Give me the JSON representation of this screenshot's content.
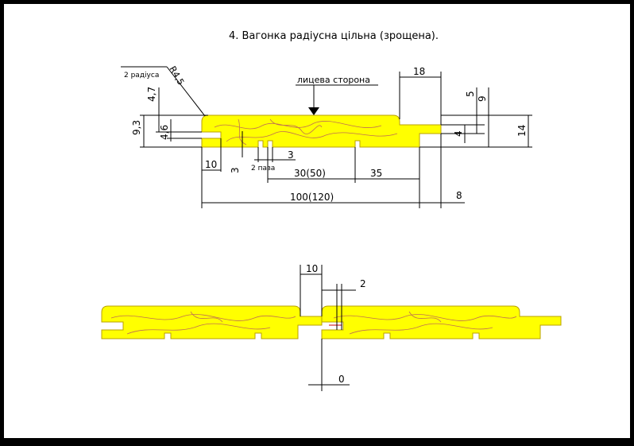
{
  "title": "4. Вагонка радіусна цільна (зрощена).",
  "colors": {
    "border": "#000000",
    "background": "#ffffff",
    "wood": "#ffff00",
    "grain": "#c07050"
  },
  "labels": {
    "radius_note": "2 радіуса",
    "radius": "R4,5",
    "face_side": "лицева сторона",
    "slots_note": "2 паза"
  },
  "dimensions": {
    "top_width": "18",
    "left_47": "4,7",
    "left_93": "9,3",
    "left_46": "4,6",
    "right_5": "5",
    "right_9": "9",
    "right_4": "4",
    "right_14": "14",
    "bottom_10": "10",
    "bottom_3a": "3",
    "bottom_3b": "3",
    "bottom_3050": "30(50)",
    "bottom_35": "35",
    "total_width": "100(120)",
    "right_8": "8",
    "joint_gap_10": "10",
    "joint_2": "2",
    "joint_0": "0"
  }
}
